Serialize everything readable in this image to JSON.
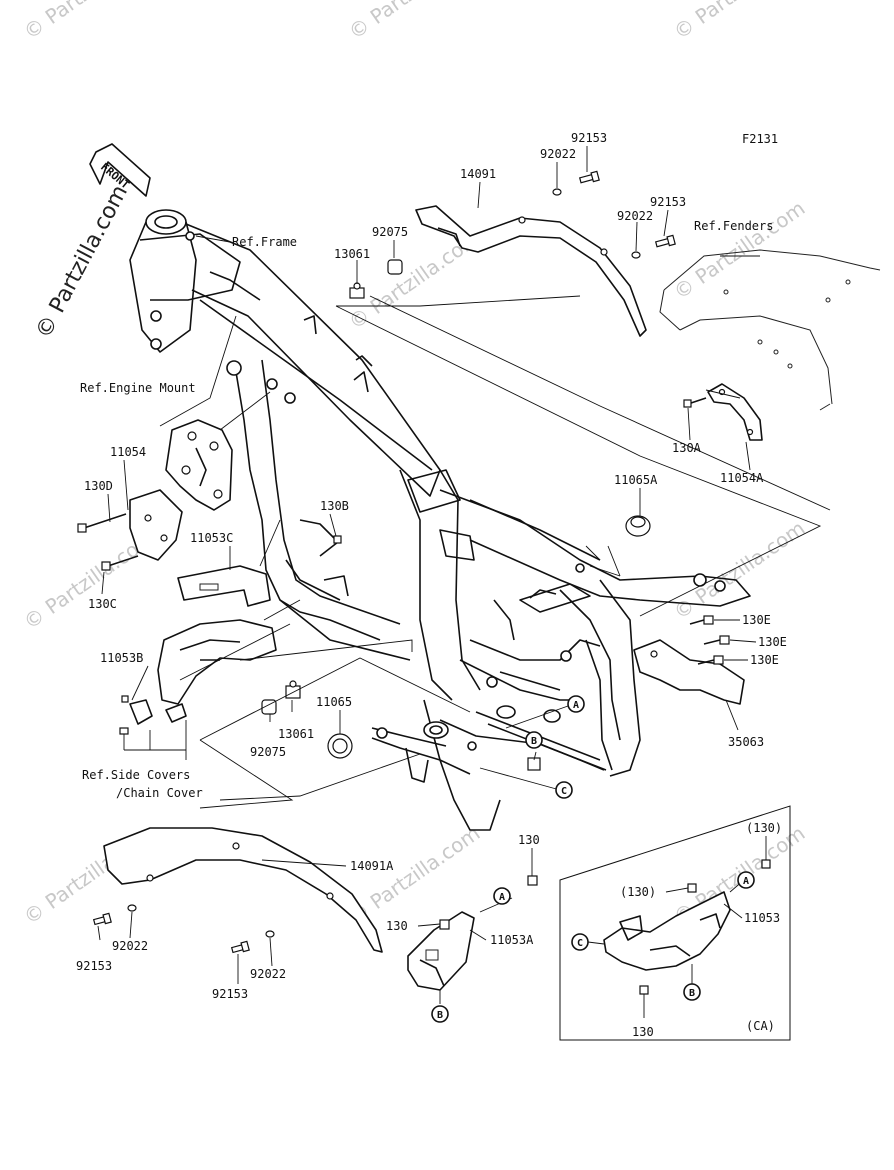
{
  "figure_code": "F2131",
  "front_label": "FRONT",
  "watermarks": {
    "small": "© Partzilla.com",
    "main": "© Partzilla.com"
  },
  "labels": {
    "ref_frame": "Ref.Frame",
    "ref_fenders": "Ref.Fenders",
    "ref_engine_mount": "Ref.Engine Mount",
    "ref_side_covers_1": "Ref.Side Covers",
    "ref_side_covers_2": "/Chain Cover",
    "p14091": "14091",
    "p92153_a": "92153",
    "p92022_a": "92022",
    "p92153_b": "92153",
    "p92022_b": "92022",
    "p92075_a": "92075",
    "p13061_a": "13061",
    "p11054": "11054",
    "p130D": "130D",
    "p130B": "130B",
    "p11053C": "11053C",
    "p130C": "130C",
    "p11053B": "11053B",
    "p13061_b": "13061",
    "p92075_b": "92075",
    "p11065": "11065",
    "p11065A": "11065A",
    "p130A": "130A",
    "p11054A": "11054A",
    "p130E_1": "130E",
    "p130E_2": "130E",
    "p130E_3": "130E",
    "p35063": "35063",
    "p14091A": "14091A",
    "p92153_c": "92153",
    "p92022_c": "92022",
    "p92022_d": "92022",
    "p92153_d": "92153",
    "p130_a": "130",
    "p130_b": "130",
    "p11053A": "11053A",
    "p130_paren_a": "(130)",
    "p130_paren_b": "(130)",
    "p11053": "11053",
    "p130_c": "130",
    "ca": "(CA)"
  },
  "callouts": {
    "A1": "A",
    "B1": "B",
    "C1": "C",
    "A2": "A",
    "B2": "B",
    "A3": "A",
    "B3": "B",
    "C3": "C"
  }
}
